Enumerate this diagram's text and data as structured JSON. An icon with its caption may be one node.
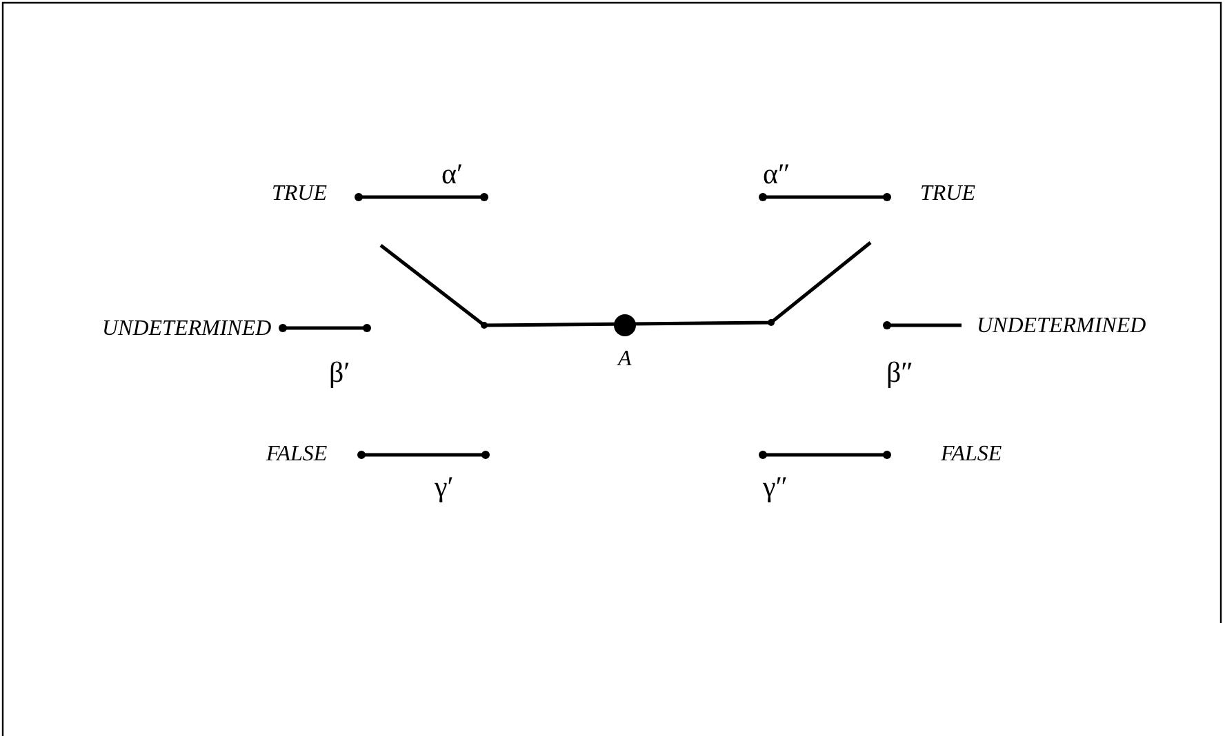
{
  "diagram": {
    "labels": [
      "TRUE",
      "α′",
      "α″",
      "TRUE",
      "UNDETERMINED",
      "β′",
      "A",
      "β″",
      "UNDETERMINED",
      "FALSE",
      "γ′",
      "γ″",
      "FALSE"
    ]
  }
}
